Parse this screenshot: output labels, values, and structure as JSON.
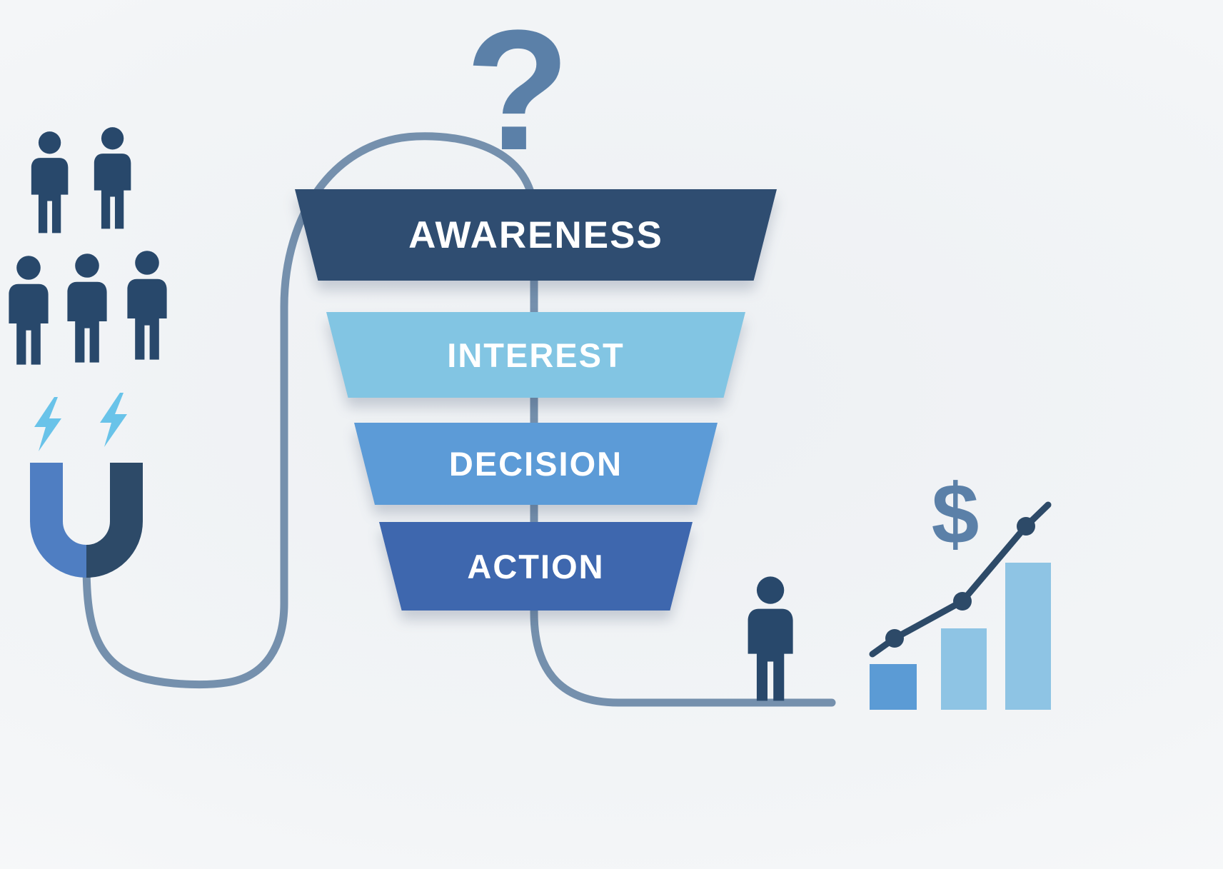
{
  "diagram": {
    "question_mark": "?",
    "dollar_sign": "$"
  },
  "funnel": {
    "stages": [
      {
        "label": "AWARENESS",
        "color": "#2f4d71"
      },
      {
        "label": "INTEREST",
        "color": "#82c5e3"
      },
      {
        "label": "DECISION",
        "color": "#5c9bd7"
      },
      {
        "label": "ACTION",
        "color": "#3e67ae"
      }
    ]
  },
  "icons": [
    "audience-group-icon",
    "lightning-icon",
    "magnet-icon",
    "question-mark-icon",
    "flow-line",
    "customer-person-icon",
    "dollar-icon",
    "growth-chart-icon",
    "trend-line"
  ],
  "colors": {
    "background_center": "#edf0f3",
    "background_edge": "#fbfcfd",
    "people": "#28486b",
    "flow_line": "#7590ad",
    "accent_light_blue": "#69c3e9",
    "magnet_blue": "#4f7ec2",
    "magnet_navy": "#2d4a68",
    "symbol_blue": "#5b80a8",
    "bar_medium": "#5b9bd5",
    "bar_light": "#8ec4e4",
    "trend_navy": "#2d4a68",
    "label_text": "#ffffff"
  }
}
